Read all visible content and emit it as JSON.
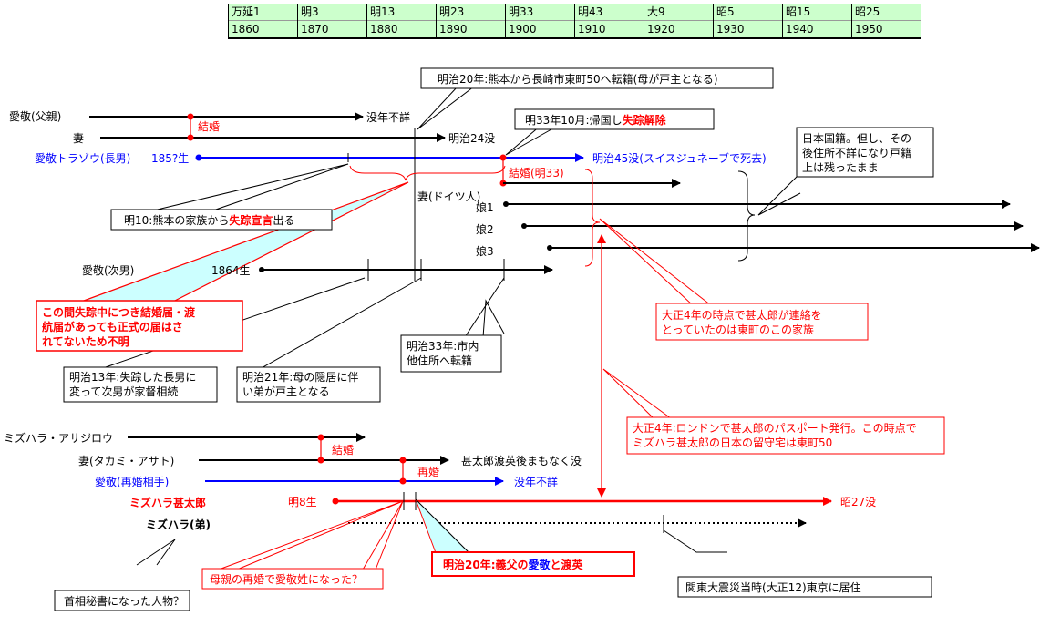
{
  "eras": [
    {
      "era": "万延1",
      "year": "1860"
    },
    {
      "era": "明3",
      "year": "1870"
    },
    {
      "era": "明13",
      "year": "1880"
    },
    {
      "era": "明23",
      "year": "1890"
    },
    {
      "era": "明33",
      "year": "1900"
    },
    {
      "era": "明43",
      "year": "1910"
    },
    {
      "era": "大9",
      "year": "1920"
    },
    {
      "era": "昭5",
      "year": "1930"
    },
    {
      "era": "昭15",
      "year": "1940"
    },
    {
      "era": "昭25",
      "year": "1950"
    }
  ],
  "persons": {
    "father": "愛敬(父親)",
    "wife": "妻",
    "eldest_son": "愛敬トラゾウ(長男)",
    "second_son": "愛敬(次男)",
    "german_wife": "妻(ドイツ人)",
    "daughter1": "娘1",
    "daughter2": "娘2",
    "daughter3": "娘3",
    "asajirou": "ミズハラ・アサジロウ",
    "asajirou_wife": "妻(タカミ・アサト)",
    "remarried": "愛敬(再婚相手)",
    "jintarou": "ミズハラ甚太郎",
    "brother": "ミズハラ(弟)"
  },
  "events": {
    "father_end": "没年不詳",
    "marriage": "結婚",
    "wife_death": "明治24没",
    "eldest_birth": "185?生",
    "eldest_death": "明治45没(スイスジュネーブで死去)",
    "eldest_marriage": "結婚(明33)",
    "second_birth": "1864生",
    "asa_marriage": "結婚",
    "asa_wife_end": "甚太郎渡英後まもなく没",
    "remarriage": "再婚",
    "remarried_end": "没年不詳",
    "jin_birth": "明8生",
    "jin_death": "昭27没"
  },
  "callouts": {
    "m20_move": "明治20年:熊本から長崎市東町50へ転籍(母が戸主となる)",
    "m33_return_a": "明33年10月:帰国し",
    "m33_return_b": "失踪解除",
    "japan_nationality": [
      "日本国籍。但し、その",
      "後住所不詳になり戸籍",
      "上は残ったまま"
    ],
    "m10_a": "明10:熊本の家族から",
    "m10_b": "失踪宣言",
    "m10_c": "出る",
    "missing_note": [
      "この間失踪中につき結婚届・渡",
      "航届があっても正式の届はさ",
      "れてないため不明"
    ],
    "taisho4_family": [
      "大正4年の時点で甚太郎が連絡を",
      "とっていたのは東町のこの家族"
    ],
    "m33_move": [
      "明治33年:市内",
      "他住所へ転籍"
    ],
    "m13": [
      "明治13年:失踪した長男に",
      "変って次男が家督相続"
    ],
    "m21": [
      "明治21年:母の隠居に伴",
      "い弟が戸主となる"
    ],
    "taisho4_passport": [
      "大正4年:ロンドンで甚太郎のパスポート発行。この時点で",
      "ミズハラ甚太郎の日本の留守宅は東町50"
    ],
    "surname_q": "母親の再婚で愛敬姓になった？",
    "m20_adopt_a": "明治20年:義父の",
    "m20_adopt_b": "愛敬",
    "m20_adopt_c": "と渡英",
    "earthquake": "関東大震災当時(大正12)東京に居住",
    "secretary": "首相秘書になった人物？"
  },
  "colors": {
    "black": "#000000",
    "blue": "#0000ff",
    "red": "#ff0000",
    "note_fill": "#ccffff",
    "header_fill": "#ccffcc"
  }
}
